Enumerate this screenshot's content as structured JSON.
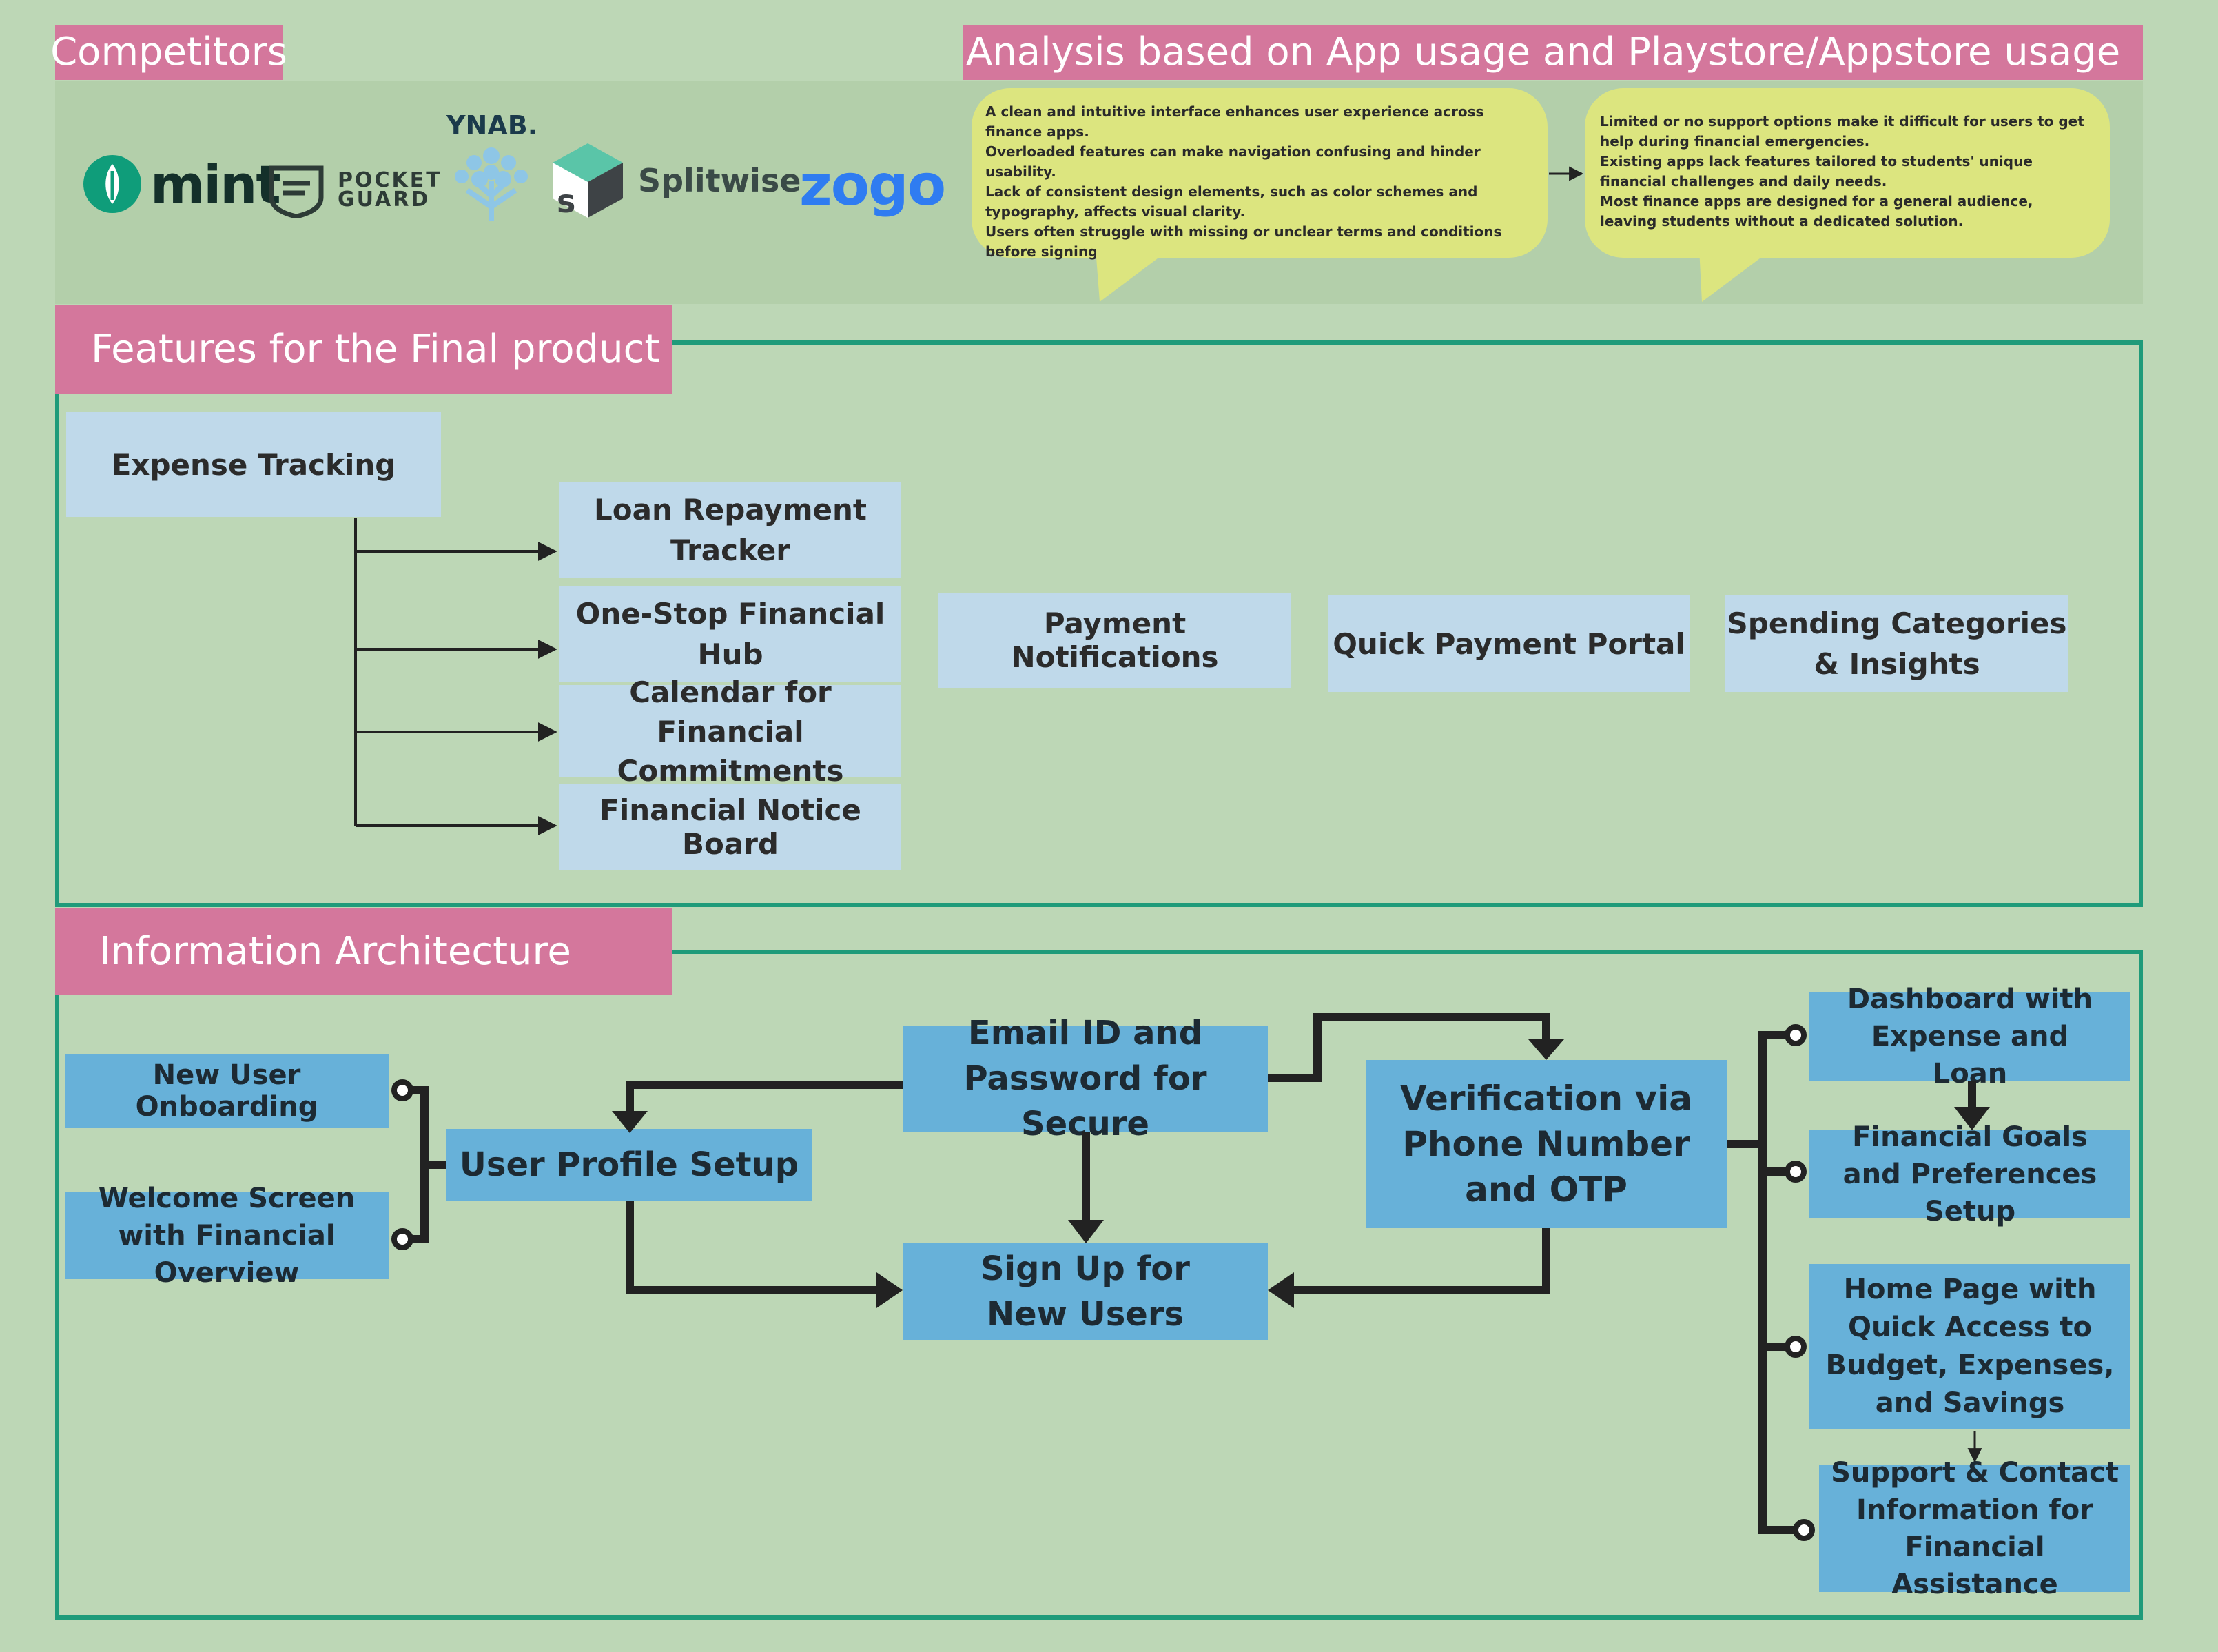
{
  "colors": {
    "background": "#bdd7b6",
    "header_pink": "#d4779c",
    "frame_teal": "#1f9b7a",
    "feature_box": "#bfd9ea",
    "ia_box": "#67b1d9",
    "bubble_yellow": "#dce57f"
  },
  "competitors": {
    "title": "Competitors",
    "logos": [
      {
        "name": "mint",
        "icon": "mint-leaf-icon"
      },
      {
        "name": "POCKET\nGUARD",
        "icon": "pocketguard-icon"
      },
      {
        "name": "YNAB.",
        "icon": "ynab-tree-icon"
      },
      {
        "name": "Splitwise",
        "icon": "splitwise-icon"
      },
      {
        "name": "zogo",
        "icon": ""
      }
    ]
  },
  "analysis": {
    "title": "Analysis based on App usage and Playstore/Appstore usage",
    "bubble_left": [
      "A clean and intuitive interface enhances user experience across finance apps.",
      "Overloaded features can make navigation confusing and hinder usability.",
      "Lack of consistent design elements, such as color schemes and typography, affects visual clarity.",
      "Users often struggle with missing or unclear terms and conditions before signing up."
    ],
    "bubble_right": [
      "Limited or no support options make it difficult for users to get help during financial emergencies.",
      "Existing apps lack features tailored to students' unique financial challenges and daily needs.",
      "Most finance apps are designed for a general audience, leaving students without a dedicated solution."
    ]
  },
  "features": {
    "title": "Features for the Final product",
    "expense_tracking": "Expense Tracking",
    "sub_features": [
      "Loan Repayment Tracker",
      "One-Stop Financial Hub",
      "Calendar for Financial Commitments",
      "Financial Notice Board"
    ],
    "payment_notifications": "Payment Notifications",
    "quick_payment_portal": "Quick Payment Portal",
    "spending_categories": "Spending Categories & Insights"
  },
  "ia": {
    "title": "Information Architecture",
    "new_user_onboarding": "New User Onboarding",
    "welcome_screen": "Welcome Screen with Financial Overview",
    "user_profile_setup": "User Profile Setup",
    "email_password": "Email ID and Password for Secure",
    "sign_up": "Sign Up for New Users",
    "verification": "Verification via Phone Number and OTP",
    "dashboard": "Dashboard with Expense and Loan",
    "financial_goals": "Financial Goals and Preferences Setup",
    "home_page": "Home Page with Quick Access to Budget, Expenses, and Savings",
    "support": "Support & Contact Information for Financial Assistance"
  }
}
